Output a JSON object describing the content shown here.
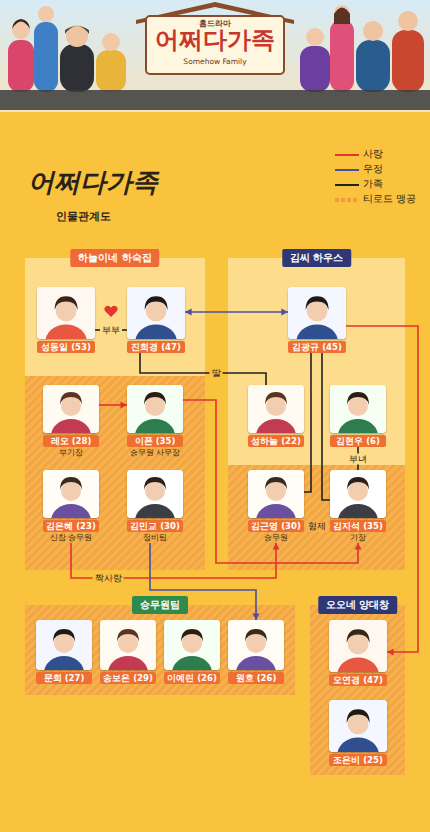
{
  "diagram": {
    "title": "어쩌다가족",
    "nodes": [
      {
        "text": [
          "하늘이네 하숙집"
        ]
      },
      {
        "text": [
          "성동일 (53)"
        ],
        "in": 0
      },
      {
        "text": [
          "진희경 (47)"
        ],
        "in": 0
      },
      {
        "text": [
          "레오 (28)",
          "부기장"
        ],
        "in": 0
      },
      {
        "text": [
          "이폰 (35)",
          "승무원 사무장"
        ],
        "in": 0
      },
      {
        "text": [
          "김은혜 (23)",
          "신참 승무원"
        ],
        "in": 0
      },
      {
        "text": [
          "김민교 (30)",
          "정비팀"
        ],
        "in": 0
      },
      {
        "text": [
          "김씨 하우스"
        ]
      },
      {
        "text": [
          "김광규 (45)"
        ],
        "in": 7
      },
      {
        "text": [
          "성하늘 (22)"
        ],
        "in": 7
      },
      {
        "text": [
          "김현우 (6)"
        ],
        "in": 7
      },
      {
        "text": [
          "김근영 (30)",
          "승무원"
        ],
        "in": 7
      },
      {
        "text": [
          "김지석 (35)",
          "기장"
        ],
        "in": 7
      },
      {
        "text": [
          "승무원팀"
        ]
      },
      {
        "text": [
          "문희 (27)"
        ],
        "in": 13
      },
      {
        "text": [
          "송보은 (29)"
        ],
        "in": 13
      },
      {
        "text": [
          "이예린 (26)"
        ],
        "in": 13
      },
      {
        "text": [
          "원호 (26)"
        ],
        "in": 13
      },
      {
        "text": [
          "오오네 양대창"
        ]
      },
      {
        "text": [
          "오연경 (47)"
        ],
        "in": 18
      },
      {
        "text": [
          "조은비 (25)"
        ],
        "in": 18
      }
    ],
    "edges": [
      {
        "from": 1,
        "to": 2,
        "arrow": "none",
        "label": "부부"
      },
      {
        "from": 2,
        "to": 8,
        "arrow": "both"
      },
      {
        "from": 2,
        "to": 9,
        "arrow": "none",
        "label": "딸"
      },
      {
        "from": 3,
        "to": 4,
        "arrow": "to"
      },
      {
        "from": 4,
        "to": 12,
        "arrow": "to"
      },
      {
        "from": 10,
        "to": 12,
        "arrow": "none",
        "label": "부녀"
      },
      {
        "from": 8,
        "to": 11,
        "arrow": "none"
      },
      {
        "from": 8,
        "to": 12,
        "arrow": "none"
      },
      {
        "from": 5,
        "to": 11,
        "arrow": "to",
        "label": "짝사랑"
      },
      {
        "from": 6,
        "to": 17,
        "arrow": "to"
      },
      {
        "from": 8,
        "to": 19,
        "arrow": "to"
      }
    ],
    "labels": [
      "홈드라마",
      "어쩌다가족",
      "Somehow Family",
      "인물관계도",
      "형제"
    ],
    "legend": [
      {
        "text": "사랑"
      },
      {
        "text": "우정"
      },
      {
        "text": "가족"
      },
      {
        "text": "티로드 맹공"
      }
    ]
  }
}
